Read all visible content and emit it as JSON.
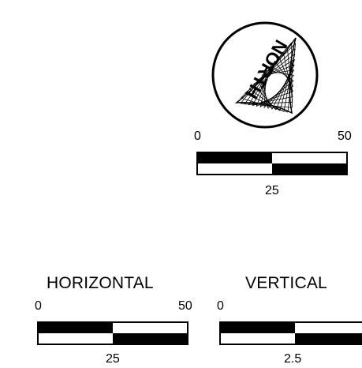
{
  "north_arrow": {
    "label": "NORTH"
  },
  "scale_bars": [
    {
      "id": "main",
      "heading": "",
      "tick_start": "0",
      "tick_end": "50",
      "tick_mid": "25"
    },
    {
      "id": "horizontal",
      "heading": "HORIZONTAL",
      "tick_start": "0",
      "tick_end": "50",
      "tick_mid": "25"
    },
    {
      "id": "vertical",
      "heading": "VERTICAL",
      "tick_start": "0",
      "tick_end": "",
      "tick_mid": "2.5"
    }
  ],
  "colors": {
    "ink": "#000000",
    "paper": "#ffffff"
  }
}
